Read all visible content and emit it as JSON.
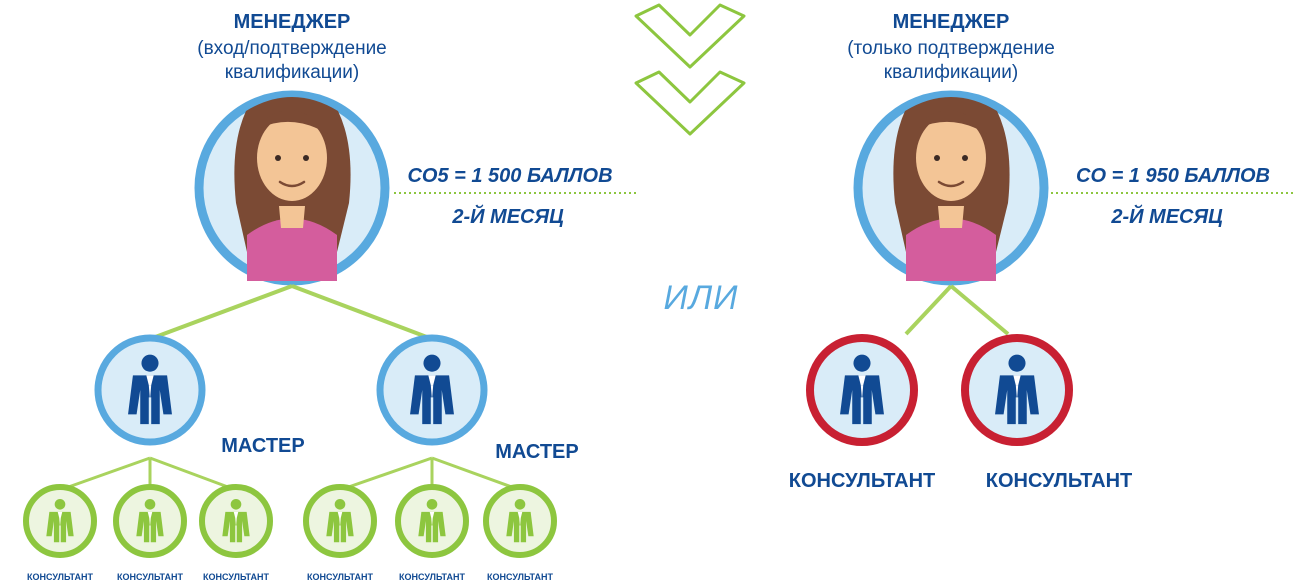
{
  "colors": {
    "navy": "#114a93",
    "light_blue": "#58a9df",
    "lime": "#8dc63f",
    "pale_blue": "#d9ecf8",
    "pale_green": "#edf5e0",
    "red": "#c82032"
  },
  "left_manager": {
    "title": "МЕНЕДЖЕР",
    "subtitle_line1": "(вход/подтверждение",
    "subtitle_line2": "квалификации)",
    "metric": "СО5 = 1 500 БАЛЛОВ",
    "period": "2-Й МЕСЯЦ",
    "master_label_1": "МАСТЕР",
    "master_label_2": "МАСТЕР",
    "consultant_labels": [
      "КОНСУЛЬТАНТ",
      "КОНСУЛЬТАНТ",
      "КОНСУЛЬТАНТ",
      "КОНСУЛЬТАНТ",
      "КОНСУЛЬТАНТ",
      "КОНСУЛЬТАНТ"
    ]
  },
  "right_manager": {
    "title": "МЕНЕДЖЕР",
    "subtitle_line1": "(только подтверждение",
    "subtitle_line2": "квалификации)",
    "metric": "СО = 1 950 БАЛЛОВ",
    "period": "2-Й МЕСЯЦ",
    "consultant_labels": [
      "КОНСУЛЬТАНТ",
      "КОНСУЛЬТАНТ"
    ]
  },
  "separator": {
    "or_text": "ИЛИ",
    "icon": "double-chevron-down-icon"
  }
}
